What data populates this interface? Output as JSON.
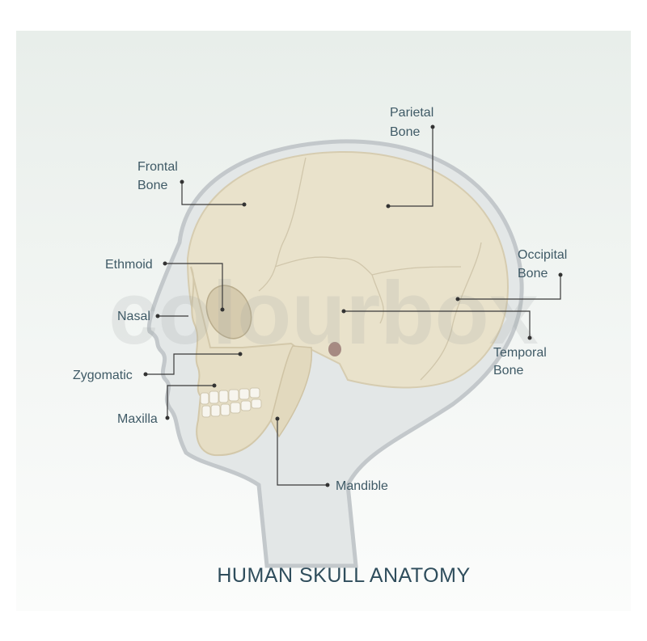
{
  "title": "HUMAN SKULL ANATOMY",
  "watermark": "colourbox",
  "labels": {
    "parietal": [
      "Parietal",
      "Bone"
    ],
    "frontal": [
      "Frontal",
      "Bone"
    ],
    "ethmoid": "Ethmoid",
    "nasal": "Nasal",
    "zygomatic": "Zygomatic",
    "maxilla": "Maxilla",
    "mandible": "Mandible",
    "occipital": [
      "Occipital",
      "Bone"
    ],
    "temporal": [
      "Temporal",
      "Bone"
    ]
  },
  "colors": {
    "bone": "#e8e0c8",
    "text": "#3f5a66",
    "head": "#c9cdd0"
  }
}
